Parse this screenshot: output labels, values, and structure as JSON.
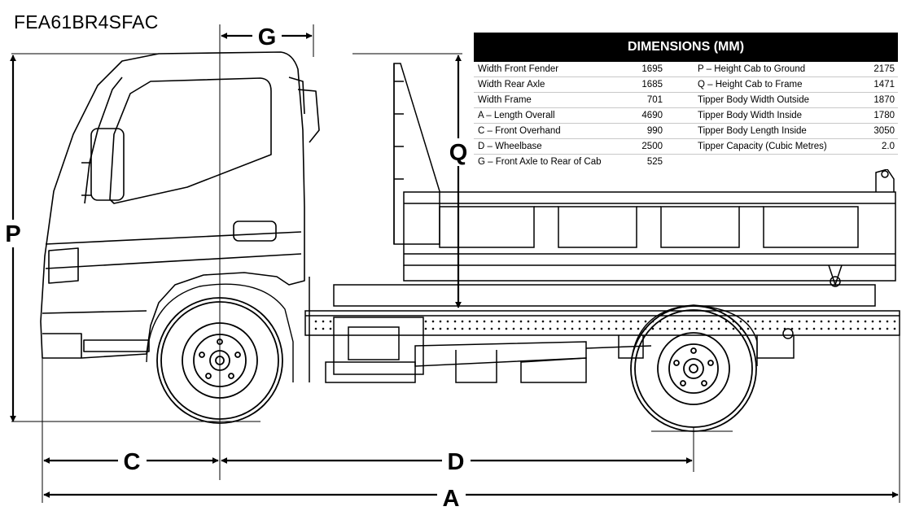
{
  "model_code": "FEA61BR4SFAC",
  "table": {
    "title": "DIMENSIONS (MM)",
    "rows": [
      {
        "label_left": "Width Front Fender",
        "value_left": "1695",
        "label_right": "P – Height Cab to Ground",
        "value_right": "2175"
      },
      {
        "label_left": "Width Rear Axle",
        "value_left": "1685",
        "label_right": "Q – Height Cab to Frame",
        "value_right": "1471"
      },
      {
        "label_left": "Width Frame",
        "value_left": "701",
        "label_right": "Tipper Body Width Outside",
        "value_right": "1870"
      },
      {
        "label_left": "A – Length Overall",
        "value_left": "4690",
        "label_right": "Tipper Body Width Inside",
        "value_right": "1780"
      },
      {
        "label_left": "C – Front Overhand",
        "value_left": "990",
        "label_right": "Tipper Body Length Inside",
        "value_right": "3050"
      },
      {
        "label_left": "D – Wheelbase",
        "value_left": "2500",
        "label_right": "Tipper Capacity (Cubic Metres)",
        "value_right": "2.0"
      },
      {
        "label_left": "G – Front Axle to Rear of Cab",
        "value_left": "525",
        "label_right": "",
        "value_right": ""
      }
    ]
  },
  "dimension_labels": {
    "a": "A",
    "c": "C",
    "d": "D",
    "g": "G",
    "p": "P",
    "q": "Q"
  },
  "colors": {
    "line": "#000000",
    "header_bg": "#000000",
    "header_text": "#ffffff"
  }
}
